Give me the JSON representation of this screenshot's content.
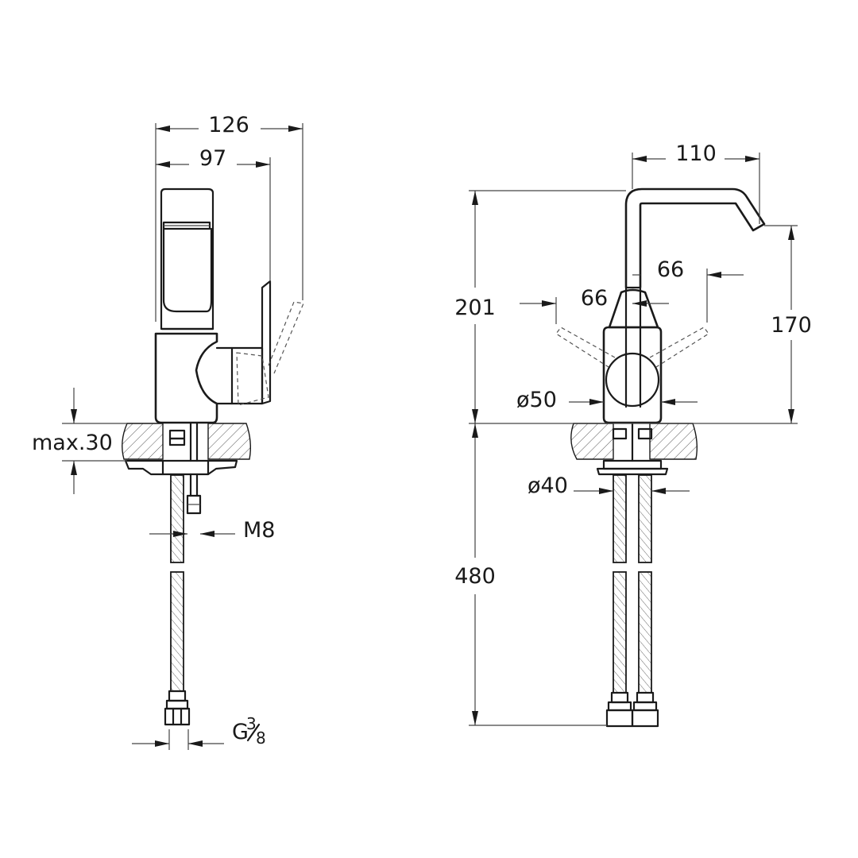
{
  "side_view": {
    "width_overall": "126",
    "width_body": "97",
    "deck_thickness": "max.30",
    "fixing_rod": "M8",
    "connection": {
      "thread": "G",
      "fraction_num": "3",
      "fraction_den": "8"
    }
  },
  "front_view": {
    "spout_reach": "110",
    "height_total": "201",
    "spout_height": "170",
    "lever_swing_left": "66",
    "lever_swing_right": "66",
    "body_diameter": "ø50",
    "hole_diameter": "ø40",
    "hose_length": "480"
  }
}
